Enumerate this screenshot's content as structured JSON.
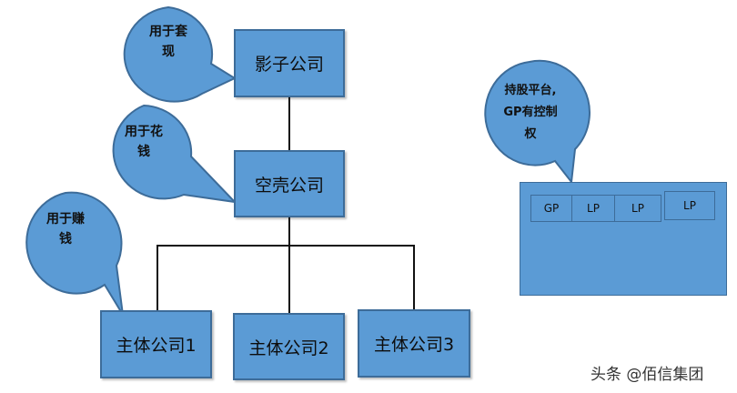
{
  "colors": {
    "box_fill": "#5b9bd5",
    "box_border": "#3d6c99",
    "line": "#111111"
  },
  "bubbles": {
    "cash_out": [
      "用于套",
      "现"
    ],
    "spend": [
      "用于花",
      "钱"
    ],
    "earn": [
      "用于赚",
      "钱"
    ],
    "holding": [
      "持股平台,",
      "GP有控制",
      "权"
    ]
  },
  "boxes": {
    "shadow_company": "影子公司",
    "shell_company": "空壳公司",
    "entity_1": "主体公司1",
    "entity_2": "主体公司2",
    "entity_3": "主体公司3"
  },
  "partnership": {
    "gp": "GP",
    "lp1": "LP",
    "lp2": "LP",
    "lp3": "LP"
  },
  "watermark": "头条 @佰信集团"
}
